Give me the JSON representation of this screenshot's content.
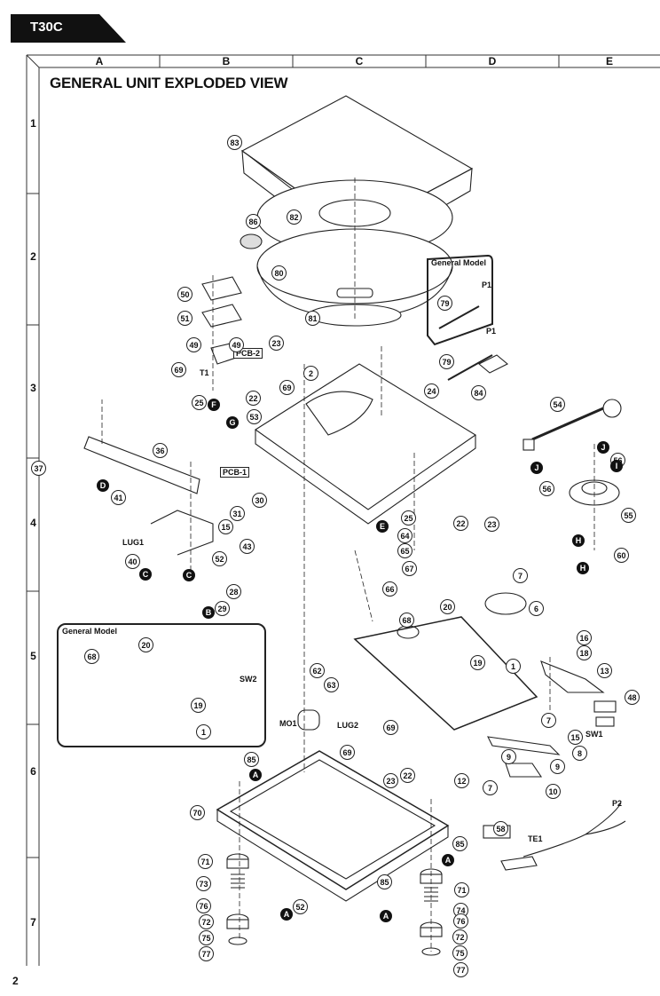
{
  "model": "T30C",
  "title": "GENERAL UNIT EXPLODED VIEW",
  "page_number": "2",
  "columns": [
    "A",
    "B",
    "C",
    "D",
    "E"
  ],
  "rows": [
    "1",
    "2",
    "3",
    "4",
    "5",
    "6",
    "7"
  ],
  "insets": [
    {
      "id": "power-cord-general",
      "title": "General Model",
      "labels": {
        "plug": "P1",
        "part": "79"
      }
    },
    {
      "id": "chassis-general",
      "title": "General Model",
      "labels": {
        "p20": "20",
        "p68": "68",
        "p19": "19",
        "p1": "1",
        "sw": "SW2"
      }
    }
  ],
  "callouts": [
    {
      "num": "83"
    },
    {
      "num": "82"
    },
    {
      "num": "86"
    },
    {
      "num": "80"
    },
    {
      "num": "81"
    },
    {
      "num": "50"
    },
    {
      "num": "51"
    },
    {
      "num": "49"
    },
    {
      "num": "49"
    },
    {
      "num": "23"
    },
    {
      "num": "69"
    },
    {
      "num": "25"
    },
    {
      "num": "22"
    },
    {
      "num": "53"
    },
    {
      "num": "69"
    },
    {
      "num": "2"
    },
    {
      "num": "79"
    },
    {
      "num": "84"
    },
    {
      "num": "24"
    },
    {
      "num": "54"
    },
    {
      "num": "56"
    },
    {
      "num": "56"
    },
    {
      "num": "55"
    },
    {
      "num": "60"
    },
    {
      "num": "25"
    },
    {
      "num": "22"
    },
    {
      "num": "23"
    },
    {
      "num": "37"
    },
    {
      "num": "36"
    },
    {
      "num": "41"
    },
    {
      "num": "30"
    },
    {
      "num": "31"
    },
    {
      "num": "15"
    },
    {
      "num": "43"
    },
    {
      "num": "40"
    },
    {
      "num": "52"
    },
    {
      "num": "28"
    },
    {
      "num": "29"
    },
    {
      "num": "64"
    },
    {
      "num": "65"
    },
    {
      "num": "67"
    },
    {
      "num": "66"
    },
    {
      "num": "7"
    },
    {
      "num": "20"
    },
    {
      "num": "6"
    },
    {
      "num": "68"
    },
    {
      "num": "19"
    },
    {
      "num": "1"
    },
    {
      "num": "62"
    },
    {
      "num": "63"
    },
    {
      "num": "16"
    },
    {
      "num": "18"
    },
    {
      "num": "13"
    },
    {
      "num": "48"
    },
    {
      "num": "7"
    },
    {
      "num": "15"
    },
    {
      "num": "69"
    },
    {
      "num": "69"
    },
    {
      "num": "22"
    },
    {
      "num": "23"
    },
    {
      "num": "12"
    },
    {
      "num": "7"
    },
    {
      "num": "9"
    },
    {
      "num": "9"
    },
    {
      "num": "8"
    },
    {
      "num": "10"
    },
    {
      "num": "85"
    },
    {
      "num": "70"
    },
    {
      "num": "58"
    },
    {
      "num": "85"
    },
    {
      "num": "71"
    },
    {
      "num": "73"
    },
    {
      "num": "76"
    },
    {
      "num": "72"
    },
    {
      "num": "75"
    },
    {
      "num": "77"
    },
    {
      "num": "52"
    },
    {
      "num": "85"
    },
    {
      "num": "71"
    },
    {
      "num": "74"
    },
    {
      "num": "76"
    },
    {
      "num": "72"
    },
    {
      "num": "75"
    },
    {
      "num": "77"
    }
  ],
  "reference_markers": [
    "F",
    "G",
    "D",
    "C",
    "C",
    "B",
    "E",
    "J",
    "J",
    "I",
    "H",
    "H",
    "A",
    "A",
    "A",
    "A"
  ],
  "component_labels": {
    "pcb2": "PCB-2",
    "pcb1": "PCB-1",
    "t1": "T1",
    "lug1": "LUG1",
    "lug2": "LUG2",
    "mo1": "MO1",
    "sw1": "SW1",
    "p1": "P1",
    "p2": "P2",
    "te1": "TE1"
  }
}
